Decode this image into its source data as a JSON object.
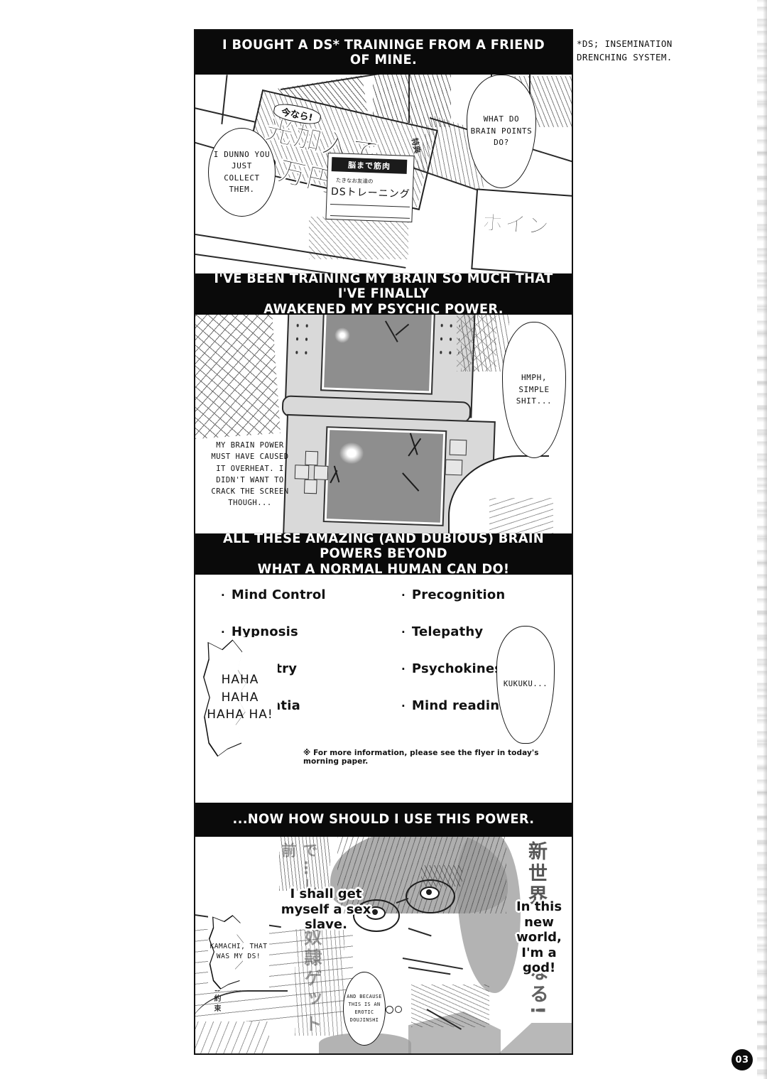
{
  "page": {
    "page_number": "03"
  },
  "side_note": {
    "text": "*DS; INSEMINATION DRENCHING SYSTEM."
  },
  "captions": [
    {
      "id": "caption-1",
      "text": "I BOUGHT A DS* TRAININGE FROM A FRIEND OF MINE."
    },
    {
      "id": "caption-2",
      "line1": "I'VE BEEN TRAINING MY BRAIN SO MUCH THAT I'VE FINALLY",
      "line2": "AWAKENED MY PSYCHIC POWER."
    },
    {
      "id": "caption-3",
      "line1": "ALL THESE AMAZING (AND DUBIOUS) BRAIN POWERS BEYOND",
      "line2": "WHAT A NORMAL HUMAN CAN DO!"
    },
    {
      "id": "caption-4",
      "text": "...NOW HOW SHOULD I USE THIS POWER."
    }
  ],
  "panel1": {
    "balloon_left": "I DUNNO YOU JUST COLLECT THEM.",
    "balloon_right": "WHAT DO BRAIN POINTS DO?",
    "sign_top": "今なら!",
    "sign_big1": "光加入で",
    "sign_big2": "2万円",
    "sign_small": "特典",
    "box_title": "脳まで筋肉",
    "box_sub": "たきなお友達の",
    "box_main": "DSトレーニング",
    "shelf_label": "ポイン"
  },
  "panel2": {
    "caption_left": "MY BRAIN POWER MUST HAVE CAUSED IT OVERHEAT. I DIDN'T WANT TO CRACK THE SCREEN THOUGH...",
    "balloon_right": "HMPH, SIMPLE SHIT..."
  },
  "panel3": {
    "column_left": [
      {
        "bullet": "·",
        "label": "Mind Control"
      },
      {
        "bullet": "·",
        "label": "Hypnosis"
      },
      {
        "bullet": "·",
        "label": "metry"
      },
      {
        "bullet": "·",
        "label": "nentia"
      }
    ],
    "column_right": [
      {
        "bullet": "·",
        "label": "Precognition"
      },
      {
        "bullet": "·",
        "label": "Telepathy"
      },
      {
        "bullet": "·",
        "label": "Psychokinesis"
      },
      {
        "bullet": "·",
        "label": "Mind reading"
      }
    ],
    "footnote": "※ For more information, please see the flyer in today's morning paper.",
    "laugh_balloon": "HAHA HAHA HAHA HA!",
    "kukuku_balloon": "KUKUKU..."
  },
  "panel4": {
    "thought_top": "I shall get myself a sex slave.",
    "balloon_left": "KAMACHI, THAT WAS MY DS!",
    "balloon_small": "AND BECAUSE THIS IS AN EROTIC DOUJINSHI",
    "text_right": "In this new world, I'm a god!",
    "jp_right_top": "新世界",
    "jp_right_bottom": "なる!",
    "jp_left_top": "で…し前",
    "jp_left_mid": "奴隷ゲッ",
    "jp_left_bottom": "ト",
    "jp_tiny": "お約束"
  },
  "colors": {
    "ink": "#111111",
    "caption_bg": "#0a0a0a",
    "paper": "#ffffff",
    "screen_gray": "#8e8e8e",
    "device_gray": "#d9d9d9"
  }
}
